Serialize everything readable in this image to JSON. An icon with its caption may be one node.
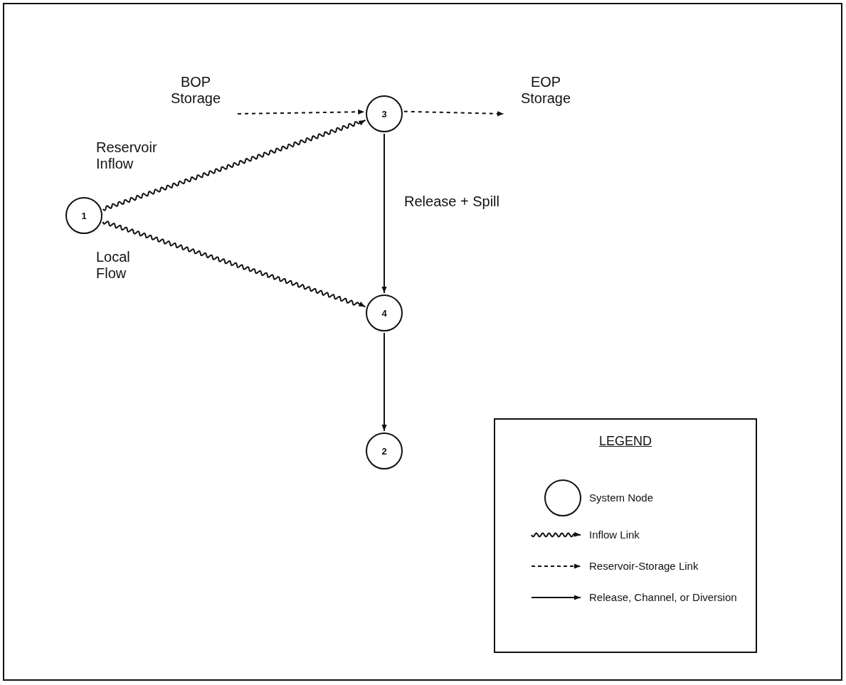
{
  "diagram": {
    "nodes": [
      {
        "text": [
          "BOP Storage"
        ]
      },
      {
        "text": [
          "3"
        ]
      },
      {
        "text": [
          "EOP Storage"
        ]
      },
      {
        "text": [
          "1"
        ]
      },
      {
        "text": [
          "4"
        ]
      },
      {
        "text": [
          "2"
        ]
      }
    ],
    "edges": [
      {
        "from": 0,
        "to": 1,
        "arrow": "to",
        "style": "dashed"
      },
      {
        "from": 1,
        "to": 2,
        "arrow": "to",
        "style": "dashed"
      },
      {
        "from": 3,
        "to": 1,
        "arrow": "to",
        "label": "Reservoir Inflow"
      },
      {
        "from": 3,
        "to": 4,
        "arrow": "to",
        "label": "Local Flow"
      },
      {
        "from": 1,
        "to": 4,
        "arrow": "to",
        "label": "Release + Spill"
      },
      {
        "from": 4,
        "to": 5,
        "arrow": "to"
      }
    ],
    "labels": [
      "LEGEND"
    ],
    "legend": [
      {
        "text": "System Node"
      },
      {
        "text": "Inflow Link"
      },
      {
        "text": "Reservoir-Storage Link"
      },
      {
        "text": "Release, Channel, or Diversion"
      }
    ]
  }
}
